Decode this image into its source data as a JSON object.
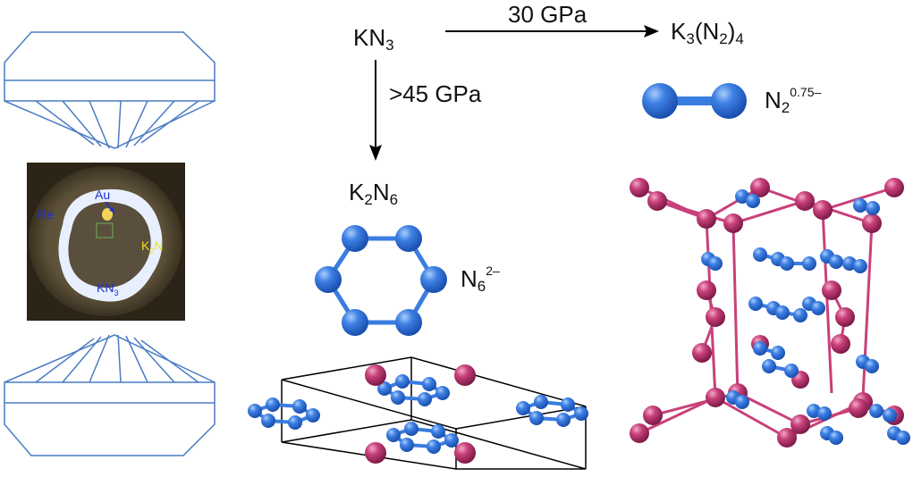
{
  "reaction": {
    "reactant": {
      "base": "KN",
      "sub": "3"
    },
    "arrow_right_label": "30 GPa",
    "arrow_down_label": ">45 GPa",
    "product_right": {
      "a": "K",
      "sub1": "3",
      "b": "(N",
      "sub2": "2",
      "c": ")",
      "sub3": "4"
    },
    "product_down": {
      "a": "K",
      "sub1": "2",
      "b": "N",
      "sub2": "6"
    }
  },
  "ions": {
    "dimer": {
      "base": "N",
      "sub": "2",
      "sup": "0.75–"
    },
    "ring": {
      "base": "N",
      "sub": "6",
      "sup": "2–"
    }
  },
  "photo": {
    "re": "Re",
    "au": "Au",
    "k2n6": {
      "base": "K",
      "sub": "2",
      "tail": "N"
    },
    "kn3": {
      "base": "KN",
      "sub": "3"
    }
  },
  "colors": {
    "nitrogen": "#3a7de0",
    "potassium": "#c8407a",
    "anvil": "#4a7cc4",
    "bond_k": "#c8407a"
  }
}
